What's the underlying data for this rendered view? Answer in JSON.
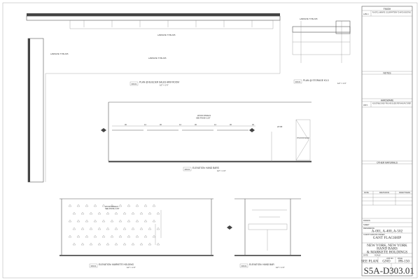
{
  "sheet": {
    "finish_header": "FINISH",
    "finish_tag": "LAM-1",
    "finish_note": "PLASTIC LAMINATE. COLOR/PATTERN TO MATCH EXISTING",
    "notes_header": "NOTES",
    "hardware_header": "HARDWARE",
    "hardware_tag": "HW-1",
    "hardware_note": "ADJUSTABLE SHELF PINS AND SLIDES PER MANUFACTURER",
    "other_materials_header": "OTHER MATERIALS",
    "revision_columns": [
      "DATE",
      "REVISIONS",
      "DRAFTSMAN"
    ],
    "drawn_label": "DRAWN",
    "sheet_label": "SHEET",
    "reference_label": "REFERENCE",
    "reference_value": "A-001, A-400, A-502",
    "client_label": "CLIENT AND/OR OWNER",
    "client_name": "GANT FLAGSHIP",
    "location": "NEW YORK, NEW YORK",
    "fixture_line1": "HAND BARS",
    "fixture_line2": "& MARKETE HOLDINGS",
    "meta_labels": [
      "DATE",
      "SCALE",
      "JOB NO.",
      "PAGE"
    ],
    "meta_values": [
      "SEE PLAN",
      "GNO",
      "PR-150"
    ],
    "sheet_code": "S5A-D",
    "sheet_number": "303.01"
  },
  "drawings": {
    "plan_main": {
      "tag": "303.01",
      "title": "PLAN @ BUILDER SALES ARM ROOM",
      "scale": "1/2\" = 1'-0\""
    },
    "plan_storage": {
      "tag": "303.01",
      "title": "PLAN @ STORAGE K3-3",
      "scale": "1/2\" = 1'-0\""
    },
    "elevation_hand_bar": {
      "tag": "303.01",
      "title": "ELEVATION: HAND BARS",
      "scale": "1/2\" = 1'-0\""
    },
    "elevation_markete": {
      "tag": "303.01",
      "title": "ELEVATION: MARKETE HOLDING",
      "scale": "1/2\" = 1'-0\""
    },
    "elevation_hand_bar_2": {
      "tag": "303.01",
      "title": "ELEVATION: HAND BAR",
      "scale": "1/2\" = 1'-0\""
    },
    "annotations": {
      "wood_panels": "WOOD PANELS",
      "see_finish": "SEE FINISH LIST",
      "dims": [
        "30",
        "12",
        "30",
        "12",
        "30",
        "12",
        "30",
        "40",
        "20 5/8"
      ],
      "door_note": "FITTING ROOM DOOR SEE SCHED",
      "laminate_type_a": "LAMINATE TYPE A55",
      "laminate_type_b": "LAMINATE TYPE A55"
    }
  }
}
